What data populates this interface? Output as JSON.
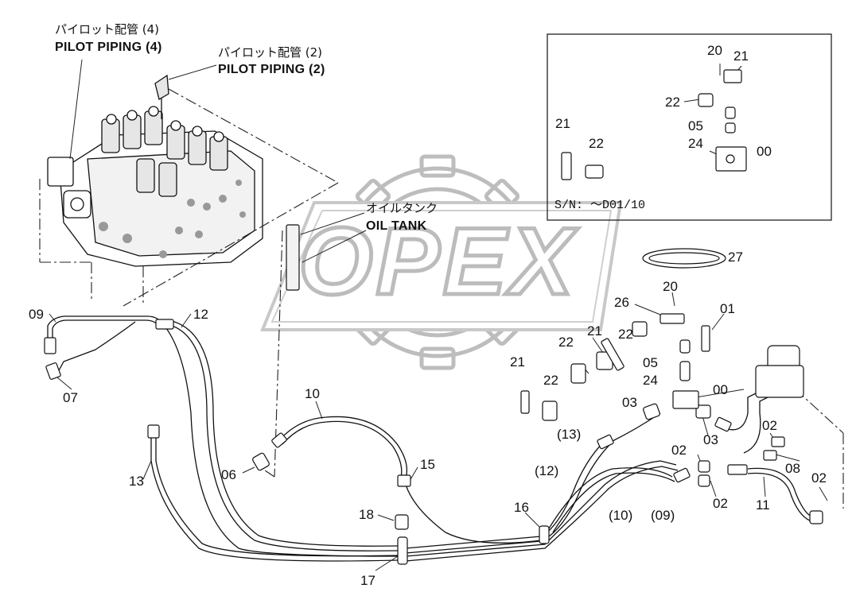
{
  "watermark": {
    "text": "OPEX",
    "shape": "gear"
  },
  "callouts": {
    "pilot4_jp": "パイロット配管 (4)",
    "pilot4_en": "PILOT PIPING (4)",
    "pilot2_jp": "パイロット配管 (2)",
    "pilot2_en": "PILOT PIPING (2)",
    "oil_jp": "オイルタンク",
    "oil_en": "OIL TANK"
  },
  "inset": {
    "serial": "S/N: ～D01/10"
  },
  "parts": {
    "p00a": "00",
    "p00b": "00",
    "p01": "01",
    "p02a": "02",
    "p02b": "02",
    "p02c": "02",
    "p02d": "02",
    "p03a": "03",
    "p03b": "03",
    "p05a": "05",
    "p05b": "05",
    "p06": "06",
    "p07": "07",
    "p08": "08",
    "p09": "09",
    "p10": "10",
    "p11": "11",
    "p12": "12",
    "p13": "13",
    "p15": "15",
    "p16": "16",
    "p17": "17",
    "p18": "18",
    "p20a": "20",
    "p20b": "20",
    "p21a": "21",
    "p21b": "21",
    "p21c": "21",
    "p21d": "21",
    "p22a": "22",
    "p22b": "22",
    "p22c": "22",
    "p22d": "22",
    "p22e": "22",
    "p24a": "24",
    "p24b": "24",
    "p26": "26",
    "p27": "27",
    "p13r": "(13)",
    "p12r": "(12)",
    "p10r": "(10)",
    "p09r": "(09)"
  }
}
